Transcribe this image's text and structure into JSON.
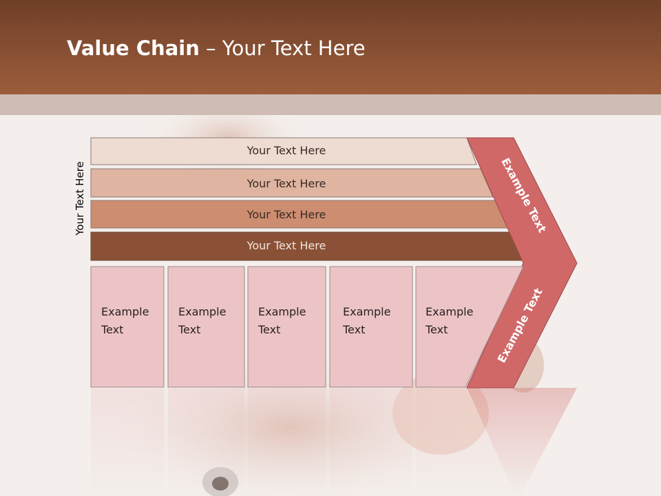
{
  "slide": {
    "title_bold": "Value Chain",
    "title_rest": " – Your Text Here"
  },
  "colors": {
    "header_top": "#6f3f28",
    "header_bottom": "#9c5d3c",
    "row_1": "#eedcd2",
    "row_2": "#dfb4a0",
    "row_3": "#cd8d70",
    "row_4": "#8a5136",
    "box_fill": "#ecc4c6",
    "arrow_fill": "#d06868"
  },
  "diagram": {
    "side_label": "Your Text Here",
    "rows": [
      {
        "label": "Your Text Here"
      },
      {
        "label": "Your Text Here"
      },
      {
        "label": "Your Text Here"
      },
      {
        "label": "Your Text Here"
      }
    ],
    "boxes": [
      {
        "line1": "Example",
        "line2": "Text"
      },
      {
        "line1": "Example",
        "line2": "Text"
      },
      {
        "line1": "Example",
        "line2": "Text"
      },
      {
        "line1": "Example",
        "line2": "Text"
      },
      {
        "line1": "Example",
        "line2": "Text"
      }
    ],
    "arrow_upper": "Example Text",
    "arrow_lower": "Example Text"
  }
}
